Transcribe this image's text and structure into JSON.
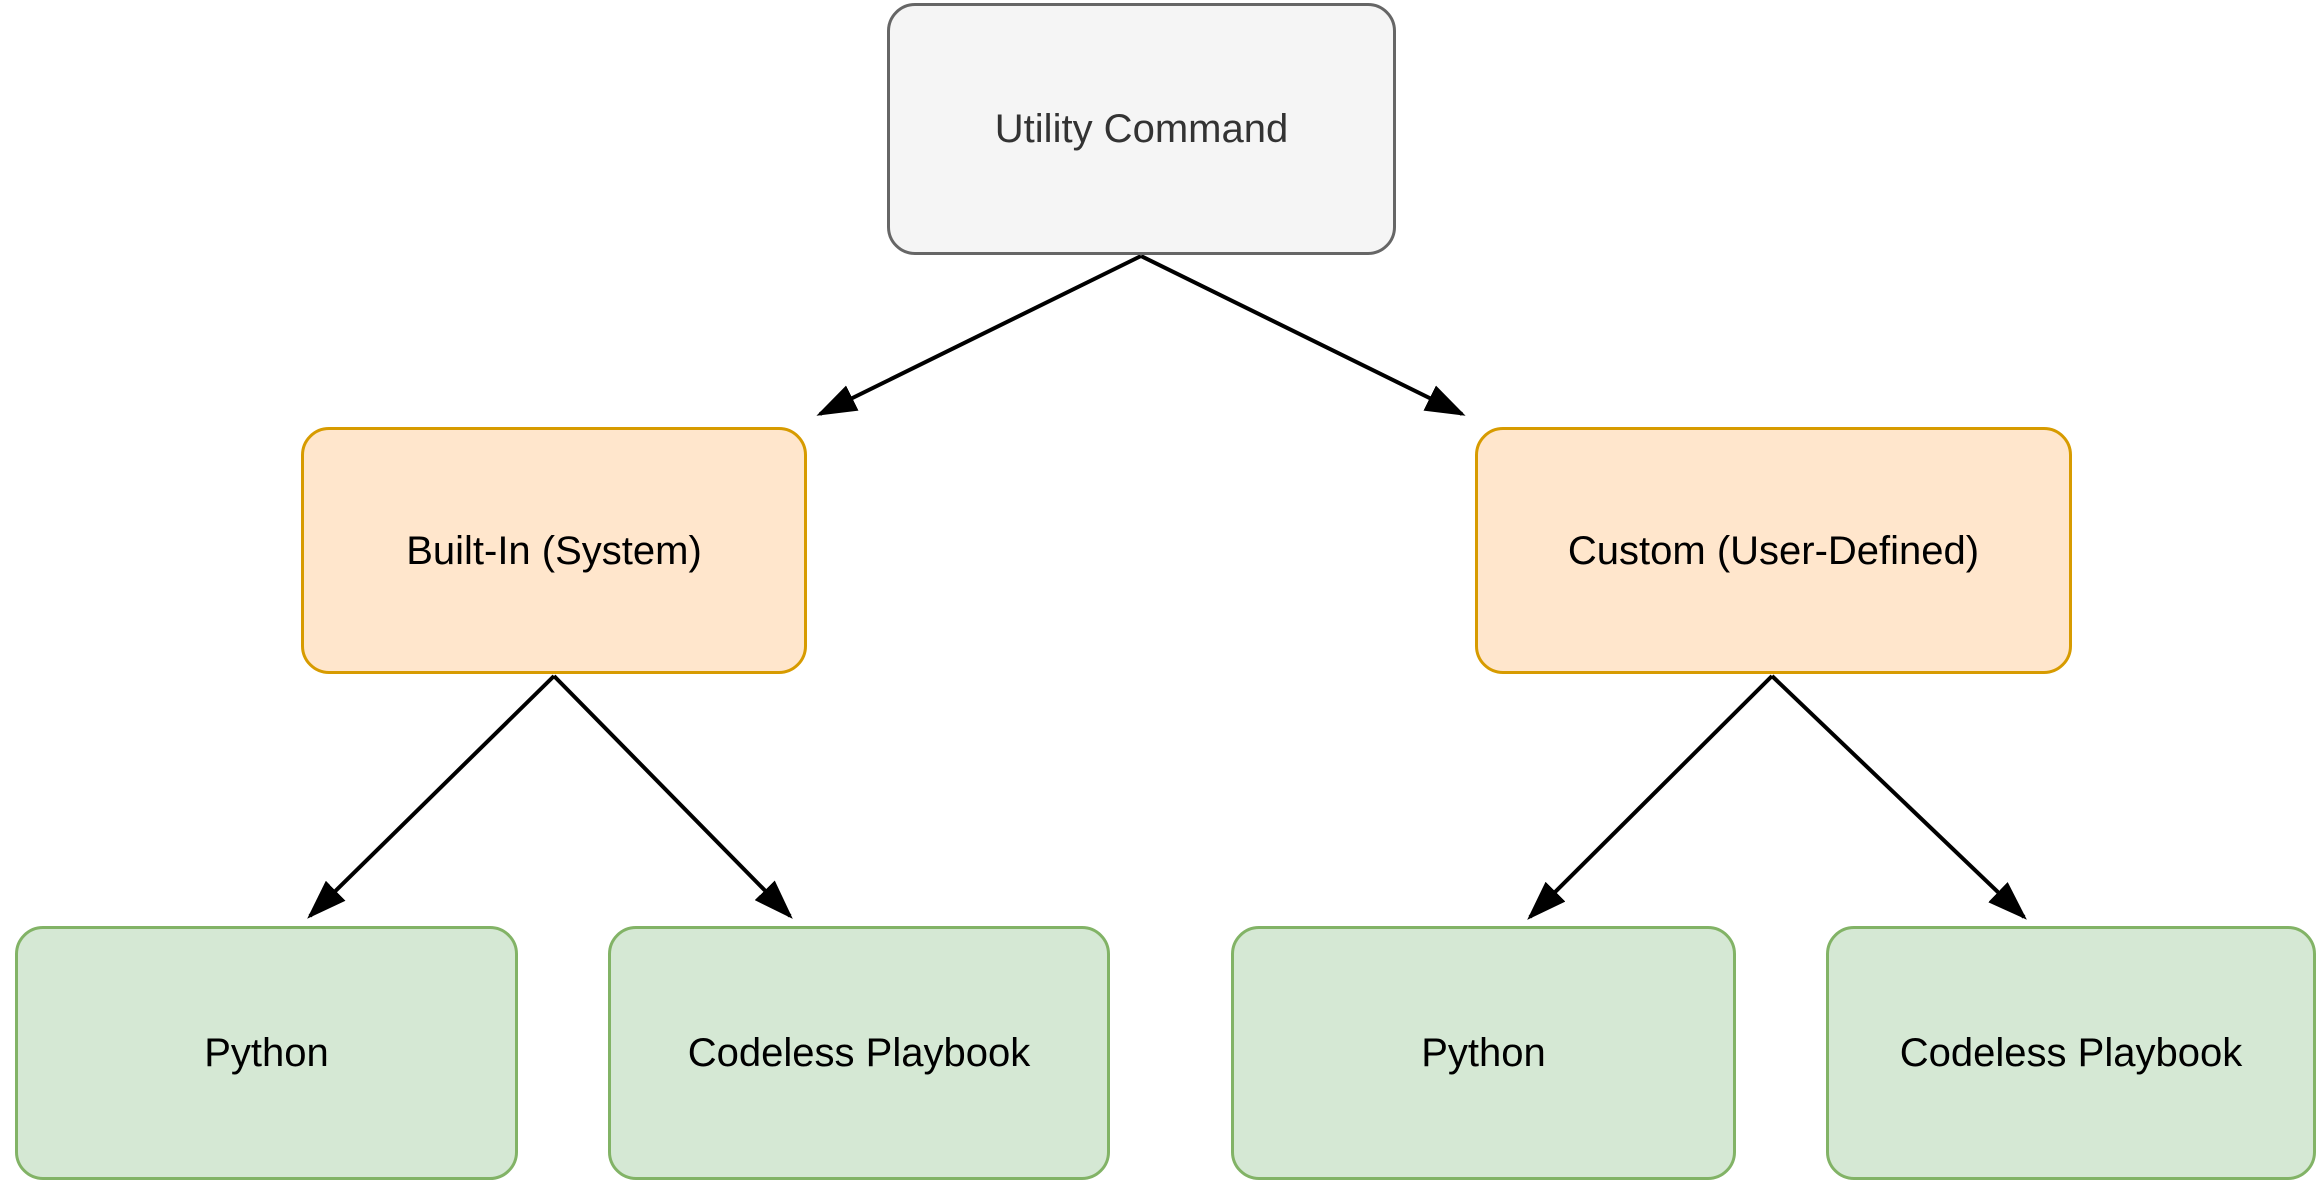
{
  "diagram": {
    "title": "Utility Command type hierarchy",
    "background_color": "#ffffff",
    "edge_color": "#000000",
    "colors": {
      "root_fill": "#f5f5f5",
      "root_border": "#666666",
      "root_text": "#333333",
      "category_fill": "#ffe6cc",
      "category_border": "#d79b00",
      "leaf_fill": "#d5e8d4",
      "leaf_border": "#82b366",
      "edge": "#000000",
      "node_text": "#000000"
    },
    "nodes": {
      "root": {
        "label": "Utility Command"
      },
      "builtin": {
        "label": "Built-In (System)"
      },
      "custom": {
        "label": "Custom (User-Defined)"
      },
      "builtin_python": {
        "label": "Python"
      },
      "builtin_playbook": {
        "label": "Codeless Playbook"
      },
      "custom_python": {
        "label": "Python"
      },
      "custom_playbook": {
        "label": "Codeless Playbook"
      }
    },
    "edges": [
      {
        "from": "root",
        "to": "builtin"
      },
      {
        "from": "root",
        "to": "custom"
      },
      {
        "from": "builtin",
        "to": "builtin_python"
      },
      {
        "from": "builtin",
        "to": "builtin_playbook"
      },
      {
        "from": "custom",
        "to": "custom_python"
      },
      {
        "from": "custom",
        "to": "custom_playbook"
      }
    ]
  }
}
